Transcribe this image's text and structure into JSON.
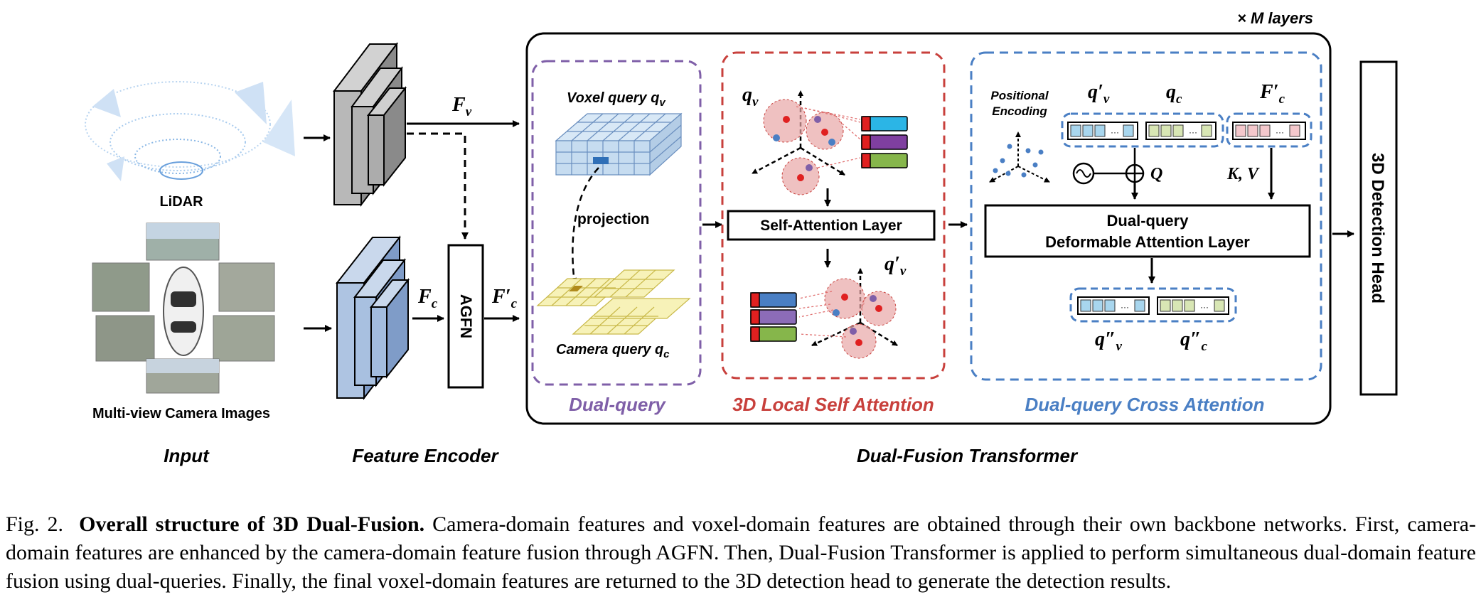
{
  "colors": {
    "purple": "#7f5fa8",
    "red": "#c8403c",
    "blue": "#4a7fc4",
    "black": "#000000",
    "voxel_fill": "#c6dcf0",
    "camera_fill": "#f7f2b8",
    "bar_cyan": "#2bb5e6",
    "bar_purple": "#7f3fa0",
    "bar_green": "#86b64b",
    "bar_blue": "#4a7fc4",
    "bar_lavender": "#8c6cb8",
    "bar_red": "#e02020",
    "query_cyan": "#a8d6ee",
    "query_green": "#d8e6b4",
    "query_pink": "#f4c8cc"
  },
  "diagram": {
    "layers_label": "× M layers",
    "input": {
      "section_label": "Input",
      "lidar_label": "LiDAR",
      "camera_label": "Multi-view Camera Images"
    },
    "encoder": {
      "section_label": "Feature Encoder",
      "fv": "F",
      "fv_sub": "v",
      "fc": "F",
      "fc_sub": "c",
      "agfn": "AGFN",
      "fcp": "F′",
      "fcp_sub": "c"
    },
    "dual_query": {
      "title": "Dual-query",
      "voxel_query": "Voxel query q",
      "voxel_sub": "v",
      "projection": "projection",
      "camera_query": "Camera query q",
      "camera_sub": "c"
    },
    "self_attention": {
      "title": "3D Local Self Attention",
      "qv": "q",
      "qv_sub": "v",
      "layer": "Self-Attention Layer",
      "qv_prime": "q′",
      "qv_prime_sub": "v"
    },
    "cross_attention": {
      "title": "Dual-query Cross Attention",
      "positional_line1": "Positional",
      "positional_line2": "Encoding",
      "qv_prime": "q′",
      "qv_prime_sub": "v",
      "qc": "q",
      "qc_sub": "c",
      "fc_prime": "F′",
      "fc_prime_sub": "c",
      "q_label": "Q",
      "kv_label": "K, V",
      "layer_line1": "Dual-query",
      "layer_line2": "Deformable Attention Layer",
      "qv_dprime": "q″",
      "qv_dprime_sub": "v",
      "qc_dprime": "q″",
      "qc_dprime_sub": "c"
    },
    "transformer_label": "Dual-Fusion Transformer",
    "detection_head": "3D Detection Head",
    "ellipsis": "···"
  },
  "caption": {
    "prefix": "Fig. 2.",
    "title": "Overall structure of 3D Dual-Fusion.",
    "body": "Camera-domain features and voxel-domain features are obtained through their own backbone networks. First, camera-domain features are enhanced by the camera-domain feature fusion through AGFN. Then, Dual-Fusion Transformer is applied to perform simultaneous dual-domain feature fusion using dual-queries. Finally, the final voxel-domain features are returned to the 3D detection head to generate the detection results."
  }
}
